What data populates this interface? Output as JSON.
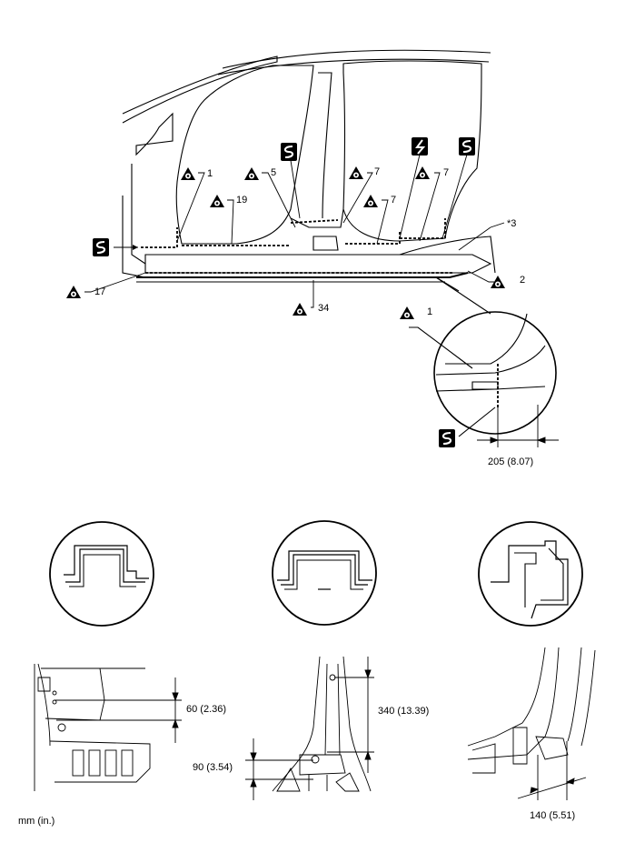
{
  "callouts": {
    "c1_top": "1",
    "c5": "5",
    "c7_a": "7",
    "c7_b": "7",
    "c7_c": "7",
    "c19": "19",
    "c3": "*3",
    "c17": "17",
    "c2": "2",
    "c34": "34",
    "c1_detail": "1"
  },
  "dimensions": {
    "detail_205": "205 (8.07)",
    "dim_60": "60 (2.36)",
    "dim_340": "340 (13.39)",
    "dim_90": "90 (3.54)",
    "dim_140": "140 (5.51)"
  },
  "units_note": "mm (in.)",
  "symbols": {
    "weld_symbol": "triangle-dot-icon",
    "cut_symbol": "s-cut-icon",
    "zigzag_symbol": "zigzag-cut-icon"
  }
}
